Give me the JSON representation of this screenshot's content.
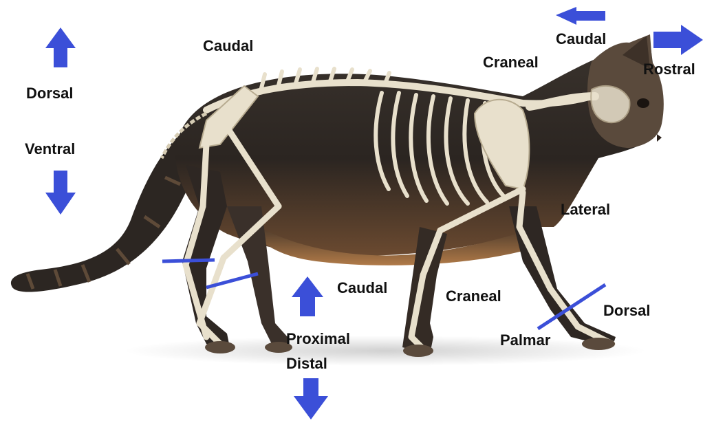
{
  "labels": {
    "caudal_top": "Caudal",
    "caudal_arrow": "Caudal",
    "craneal_head": "Craneal",
    "rostral": "Rostral",
    "dorsal_left": "Dorsal",
    "ventral_left": "Ventral",
    "lateral": "Lateral",
    "caudal_leg": "Caudal",
    "craneal_leg": "Craneal",
    "dorsal_paw": "Dorsal",
    "proximal": "Proximal",
    "distal": "Distal",
    "palmar": "Palmar"
  },
  "colors": {
    "arrow": "#3b4fd8",
    "marker_line": "#3b4fd8",
    "label": "#111111",
    "fur_dark": "#2a2522",
    "fur_tan": "#8a6a45",
    "bone": "#e8e0cc",
    "bone_shadow": "#b7ab90",
    "background": "#ffffff"
  },
  "icons": [
    "arrow-up-icon",
    "arrow-down-icon",
    "arrow-left-icon",
    "arrow-right-icon"
  ]
}
